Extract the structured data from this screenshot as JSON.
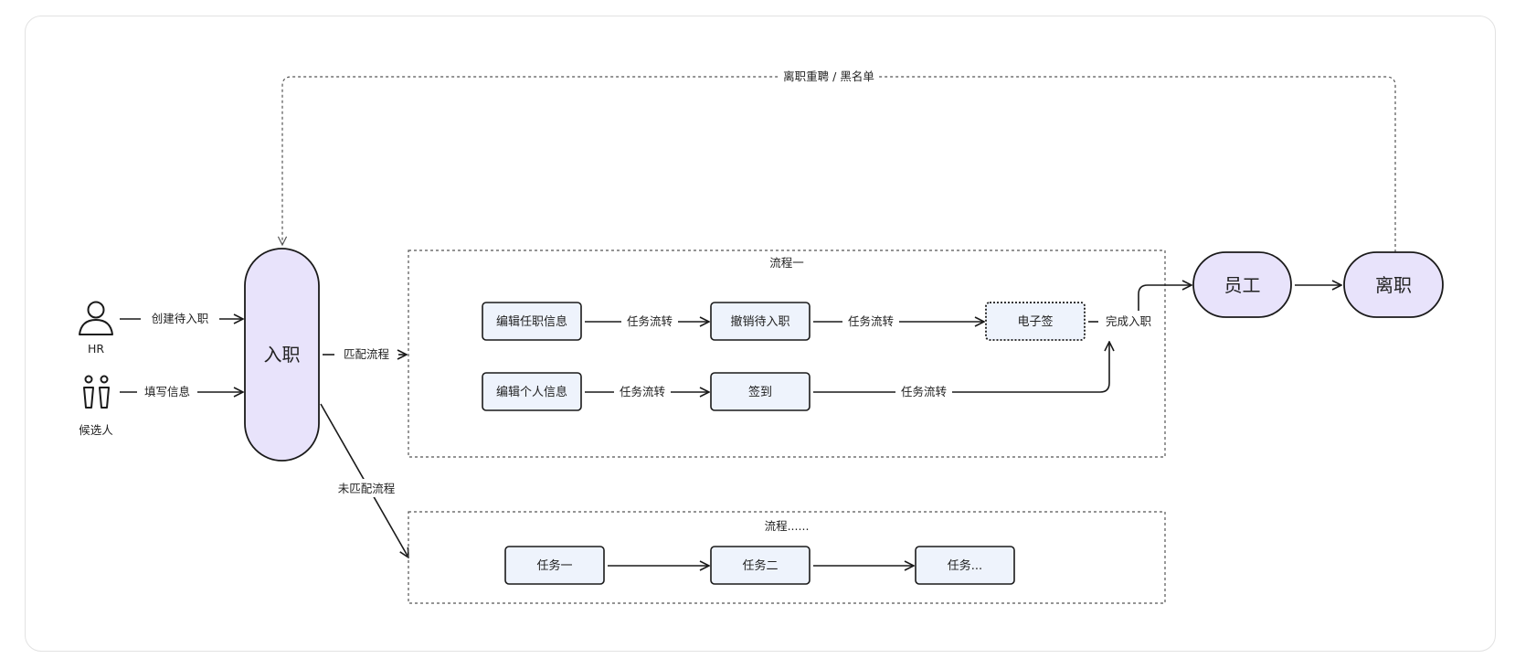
{
  "actors": {
    "hr_label": "HR",
    "candidate_label": "候选人"
  },
  "edges": {
    "create_pending": "创建待入职",
    "fill_info": "填写信息",
    "match_flow": "匹配流程",
    "no_match_flow": "未匹配流程",
    "rehire_blacklist": "离职重聘 / 黑名单",
    "task_flow": "任务流转",
    "complete_onboard": "完成入职"
  },
  "nodes": {
    "onboard": "入职",
    "employee": "员工",
    "resign": "离职",
    "edit_job_info": "编辑任职信息",
    "cancel_pending": "撤销待入职",
    "e_sign": "电子签",
    "edit_personal_info": "编辑个人信息",
    "sign_in": "签到",
    "task_one": "任务一",
    "task_two": "任务二",
    "task_more": "任务..."
  },
  "groups": {
    "flow_one": "流程一",
    "flow_more": "流程......"
  },
  "colors": {
    "node_fill_purple": "#e8e3fb",
    "node_fill_blue": "#eef3fc",
    "stroke": "#1a1a1a",
    "dashed": "#555555"
  }
}
